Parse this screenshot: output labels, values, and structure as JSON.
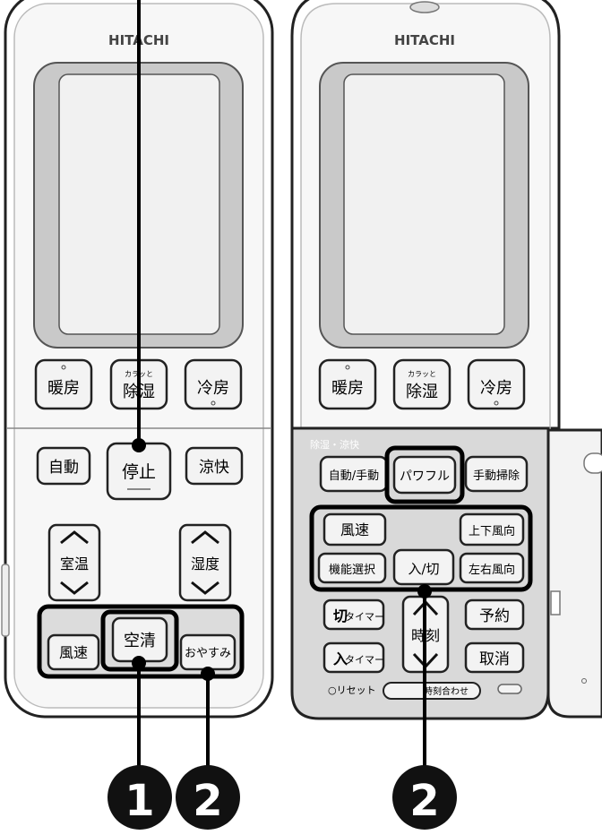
{
  "left_remote": {
    "brand": "HITACHI",
    "mode_buttons": {
      "heat": "暖房",
      "dehumid_ruby": "カラッと",
      "dehumid": "除湿",
      "cool": "冷房"
    },
    "auto": "自動",
    "stop": "停止",
    "cool_comfort": "涼快",
    "room_temp": "室温",
    "humidity": "湿度",
    "fan_speed": "風速",
    "air_clean": "空清",
    "sleep": "おやすみ"
  },
  "right_remote": {
    "brand": "HITACHI",
    "mode_buttons": {
      "heat": "暖房",
      "dehumid_ruby": "カラッと",
      "dehumid": "除湿",
      "cool": "冷房"
    },
    "section_label": "除湿・涼快",
    "auto_manual": "自動/手動",
    "powerful": "パワフル",
    "manual_clean": "手動掃除",
    "fan_speed": "風速",
    "vertical_direction": "上下風向",
    "function_select": "機能選択",
    "on_off": "入/切",
    "horizontal_direction": "左右風向",
    "off_timer_prefix": "切",
    "off_timer": "タイマー",
    "on_timer_prefix": "入",
    "on_timer": "タイマー",
    "time": "時刻",
    "reserve": "予約",
    "cancel": "取消",
    "reset": "○リセット",
    "clock_set": "時刻合わせ"
  },
  "callouts": [
    "❶",
    "❷",
    "❷"
  ]
}
